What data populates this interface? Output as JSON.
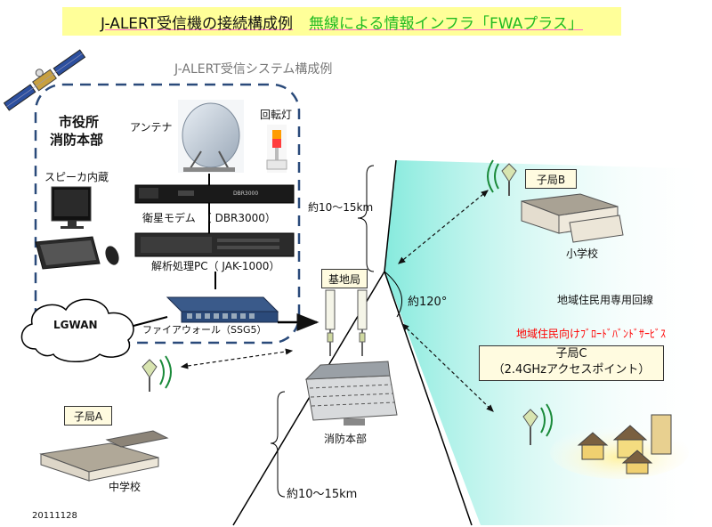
{
  "header": {
    "title_part1": "J-ALERT受信機の接続構成例",
    "title_part2": "無線による情報インフラ「FWAプラス」"
  },
  "system": {
    "title": "J-ALERT受信システム構成例",
    "office_line1": "市役所",
    "office_line2": "消防本部",
    "antenna": "アンテナ",
    "rotating_light": "回転灯",
    "speaker": "スピーカ内蔵",
    "modem": "衛星モデム　（ DBR3000）",
    "modem_device_text": "DBR3000",
    "pc": "解析処理PC（ JAK-1000）",
    "firewall": "ファイアウォール（SSG5）"
  },
  "network": {
    "lgwan": "LGWAN"
  },
  "base_station": {
    "label": "基地局",
    "range_upper": "約10〜15km",
    "range_lower": "約10〜15km",
    "angle": "約120°",
    "fire_hq": "消防本部"
  },
  "stations": {
    "a_label": "子局A",
    "a_building": "中学校",
    "b_label": "子局B",
    "b_building": "小学校",
    "c_label_line1": "子局C",
    "c_label_line2": "（2.4GHzアクセスポイント）",
    "dedicated_line": "地域住民用専用回線",
    "broadband": "地域住民向けﾌﾞﾛｰﾄﾞﾊﾞﾝﾄﾞｻｰﾋﾞｽ"
  },
  "footer": {
    "date": "20111128"
  },
  "colors": {
    "title_bg": "#ffff99",
    "title_accent": "#22bb22",
    "system_border": "#2a4a7a",
    "broadband_text": "#ff0000",
    "beam": "#aef0e6"
  }
}
